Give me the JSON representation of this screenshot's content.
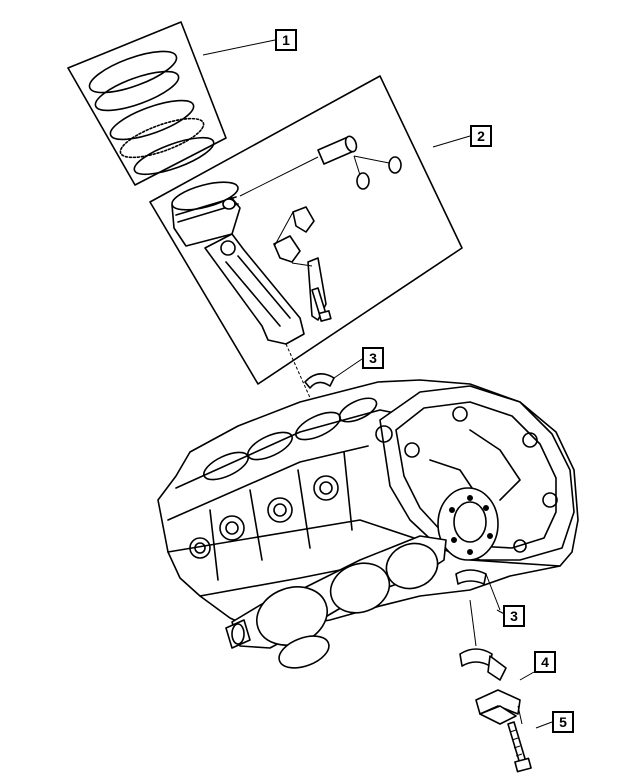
{
  "callouts": [
    {
      "id": "1",
      "label": "1"
    },
    {
      "id": "2",
      "label": "2"
    },
    {
      "id": "3a",
      "label": "3"
    },
    {
      "id": "3b",
      "label": "3"
    },
    {
      "id": "4",
      "label": "4"
    },
    {
      "id": "5",
      "label": "5"
    }
  ],
  "parts": [
    "piston-rings",
    "piston-and-connecting-rod-assembly",
    "connecting-rod-bearing",
    "crankshaft-main-bearing",
    "main-bearing-cap-bolt"
  ]
}
